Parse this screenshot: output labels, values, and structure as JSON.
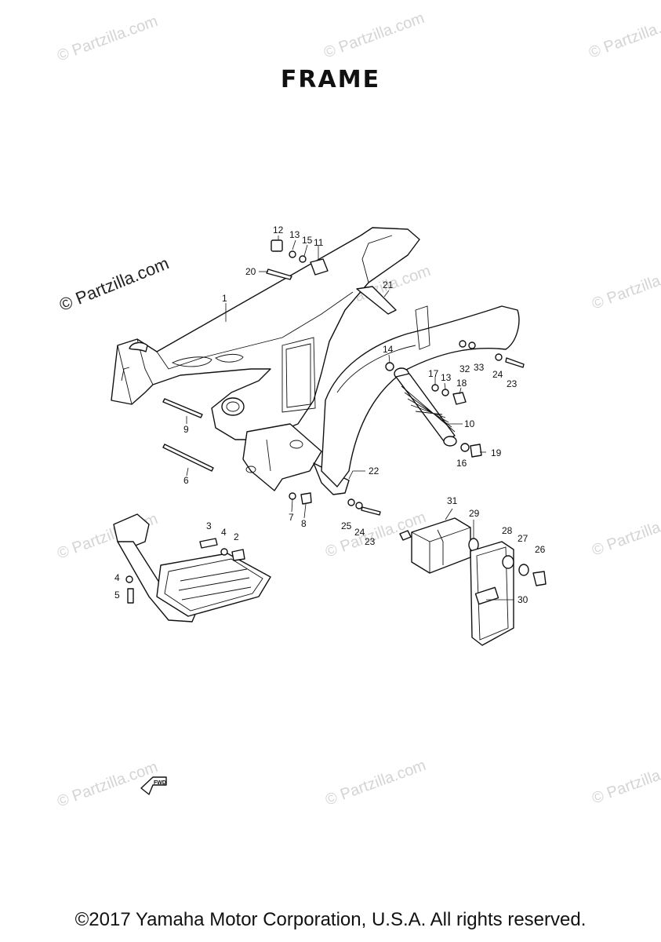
{
  "title": "FRAME",
  "footer": "©2017 Yamaha Motor Corporation, U.S.A. All rights reserved.",
  "watermark": "© Partzilla.com",
  "fwd_label": "FWD",
  "part_labels": [
    "1",
    "2",
    "3",
    "4",
    "4",
    "5",
    "6",
    "7",
    "8",
    "9",
    "10",
    "11",
    "12",
    "13",
    "13",
    "14",
    "15",
    "16",
    "17",
    "18",
    "19",
    "20",
    "21",
    "22",
    "23",
    "23",
    "24",
    "24",
    "25",
    "26",
    "27",
    "28",
    "29",
    "30",
    "31",
    "32",
    "33"
  ]
}
